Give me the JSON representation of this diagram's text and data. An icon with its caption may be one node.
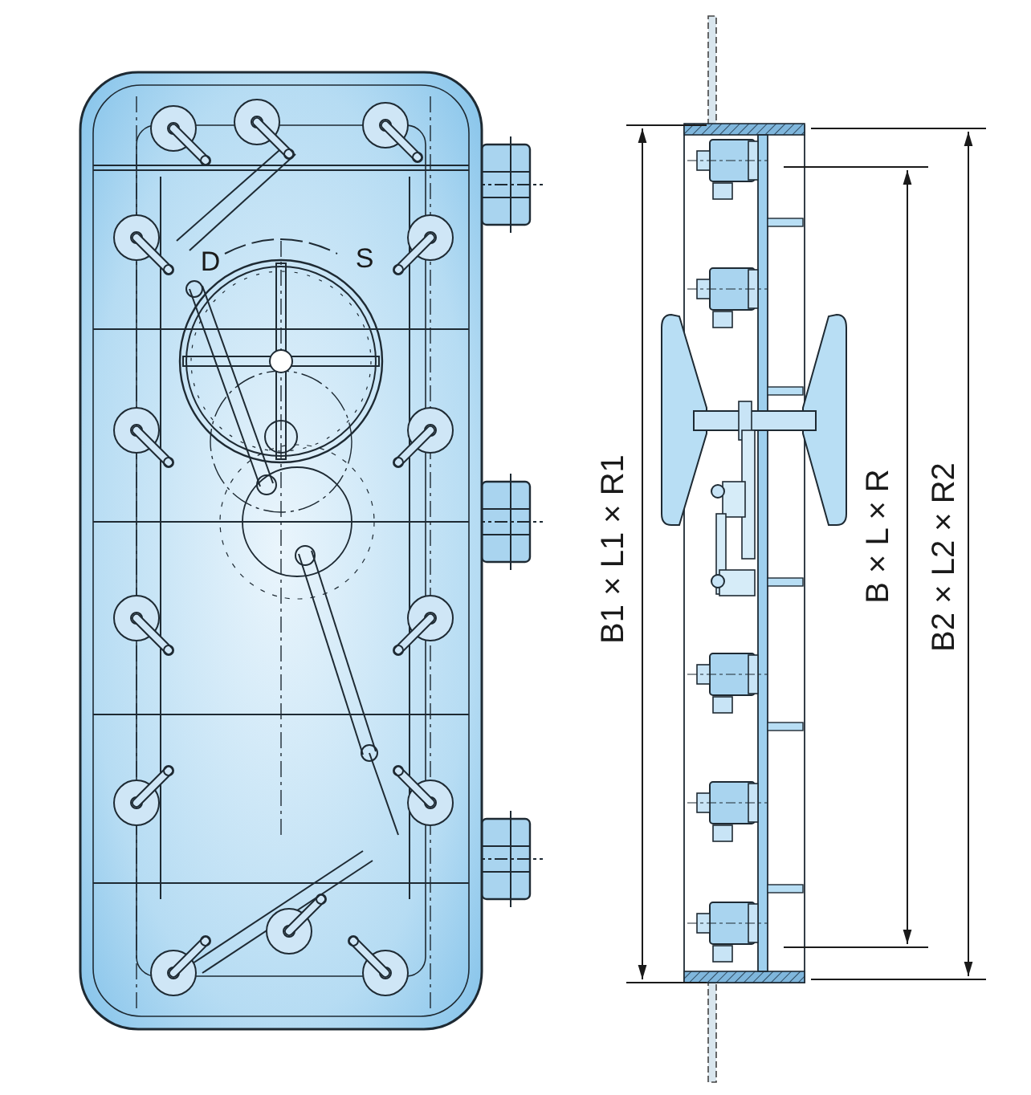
{
  "diagram": {
    "labels": [
      "D",
      "S",
      "B1 × L1 × R1",
      "B × L × R",
      "B2 × L2 × R2"
    ]
  }
}
